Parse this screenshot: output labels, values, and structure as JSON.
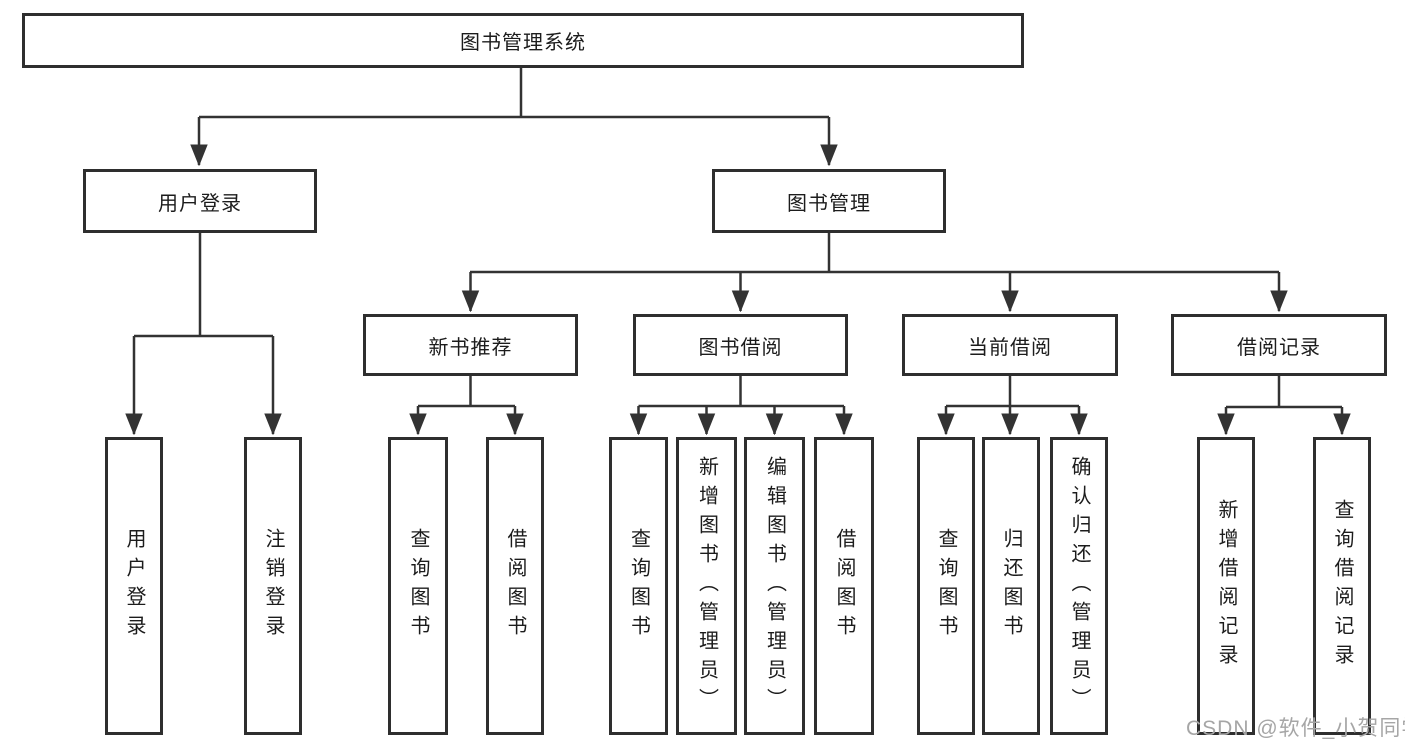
{
  "diagram": {
    "root": {
      "label": "图书管理系统"
    },
    "level2": [
      {
        "label": "用户登录"
      },
      {
        "label": "图书管理"
      }
    ],
    "level3": [
      {
        "label": "新书推荐",
        "parent": "图书管理"
      },
      {
        "label": "图书借阅",
        "parent": "图书管理"
      },
      {
        "label": "当前借阅",
        "parent": "图书管理"
      },
      {
        "label": "借阅记录",
        "parent": "图书管理"
      }
    ],
    "leaves": [
      {
        "label": "用户登录",
        "parent": "用户登录"
      },
      {
        "label": "注销登录",
        "parent": "用户登录"
      },
      {
        "label": "查询图书",
        "parent": "新书推荐"
      },
      {
        "label": "借阅图书",
        "parent": "新书推荐"
      },
      {
        "label": "查询图书",
        "parent": "图书借阅"
      },
      {
        "label": "新增图书（管理员）",
        "parent": "图书借阅"
      },
      {
        "label": "编辑图书（管理员）",
        "parent": "图书借阅"
      },
      {
        "label": "借阅图书",
        "parent": "图书借阅"
      },
      {
        "label": "查询图书",
        "parent": "当前借阅"
      },
      {
        "label": "归还图书",
        "parent": "当前借阅"
      },
      {
        "label": "确认归还（管理员）",
        "parent": "当前借阅"
      },
      {
        "label": "新增借阅记录",
        "parent": "借阅记录"
      },
      {
        "label": "查询借阅记录",
        "parent": "借阅记录"
      }
    ],
    "watermark": "CSDN @软件_小贺同学",
    "colors": {
      "line": "#333333",
      "box_border": "#2e2e2e",
      "text": "#1c1c1c",
      "watermark": "#a6a6a6",
      "background": "#ffffff"
    }
  }
}
